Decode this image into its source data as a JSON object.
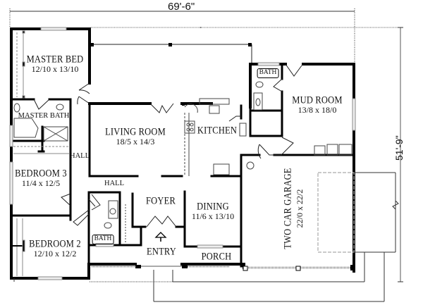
{
  "plan": {
    "overall_width": "69'-6\"",
    "overall_depth": "51'-9\"",
    "rooms": [
      {
        "id": "master-bed",
        "name": "MASTER BED",
        "size": "12/10 x 13/10"
      },
      {
        "id": "master-bath",
        "name": "MASTER BATH",
        "size": ""
      },
      {
        "id": "living-room",
        "name": "LIVING ROOM",
        "size": "18/5 x 14/3"
      },
      {
        "id": "kitchen",
        "name": "KITCHEN",
        "size": ""
      },
      {
        "id": "mud-room",
        "name": "MUD ROOM",
        "size": "13/8 x 18/0"
      },
      {
        "id": "bath-upper",
        "name": "BATH",
        "size": ""
      },
      {
        "id": "bedroom-3",
        "name": "BEDROOM 3",
        "size": "11/4 x 12/5"
      },
      {
        "id": "hall-1",
        "name": "HALL",
        "size": ""
      },
      {
        "id": "hall-2",
        "name": "HALL",
        "size": ""
      },
      {
        "id": "foyer",
        "name": "FOYER",
        "size": ""
      },
      {
        "id": "dining",
        "name": "DINING",
        "size": "11/6 x 13/10"
      },
      {
        "id": "garage",
        "name": "TWO CAR GARAGE",
        "size": "22/0 x 22/2"
      },
      {
        "id": "bedroom-2",
        "name": "BEDROOM 2",
        "size": "12/10 x 12/2"
      },
      {
        "id": "bath-lower",
        "name": "BATH",
        "size": ""
      },
      {
        "id": "entry",
        "name": "ENTRY",
        "size": ""
      },
      {
        "id": "porch",
        "name": "PORCH",
        "size": ""
      }
    ]
  },
  "colors": {
    "wall": "#000000",
    "line": "#222222",
    "light": "#9a9a9a",
    "background": "#ffffff"
  }
}
